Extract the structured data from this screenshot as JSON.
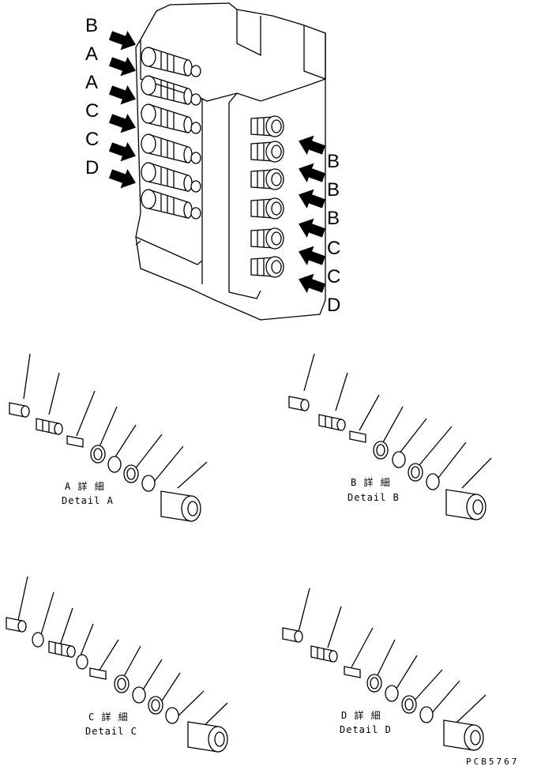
{
  "left_labels": [
    "B",
    "A",
    "A",
    "C",
    "C",
    "D"
  ],
  "right_labels": [
    "B",
    "B",
    "B",
    "C",
    "C",
    "D"
  ],
  "details": [
    {
      "jp": "A 詳 細",
      "en": "Detail A"
    },
    {
      "jp": "B 詳 細",
      "en": "Detail B"
    },
    {
      "jp": "C 詳 細",
      "en": "Detail C"
    },
    {
      "jp": "D 詳 細",
      "en": "Detail D"
    }
  ],
  "drawing_number": "PCB5767"
}
